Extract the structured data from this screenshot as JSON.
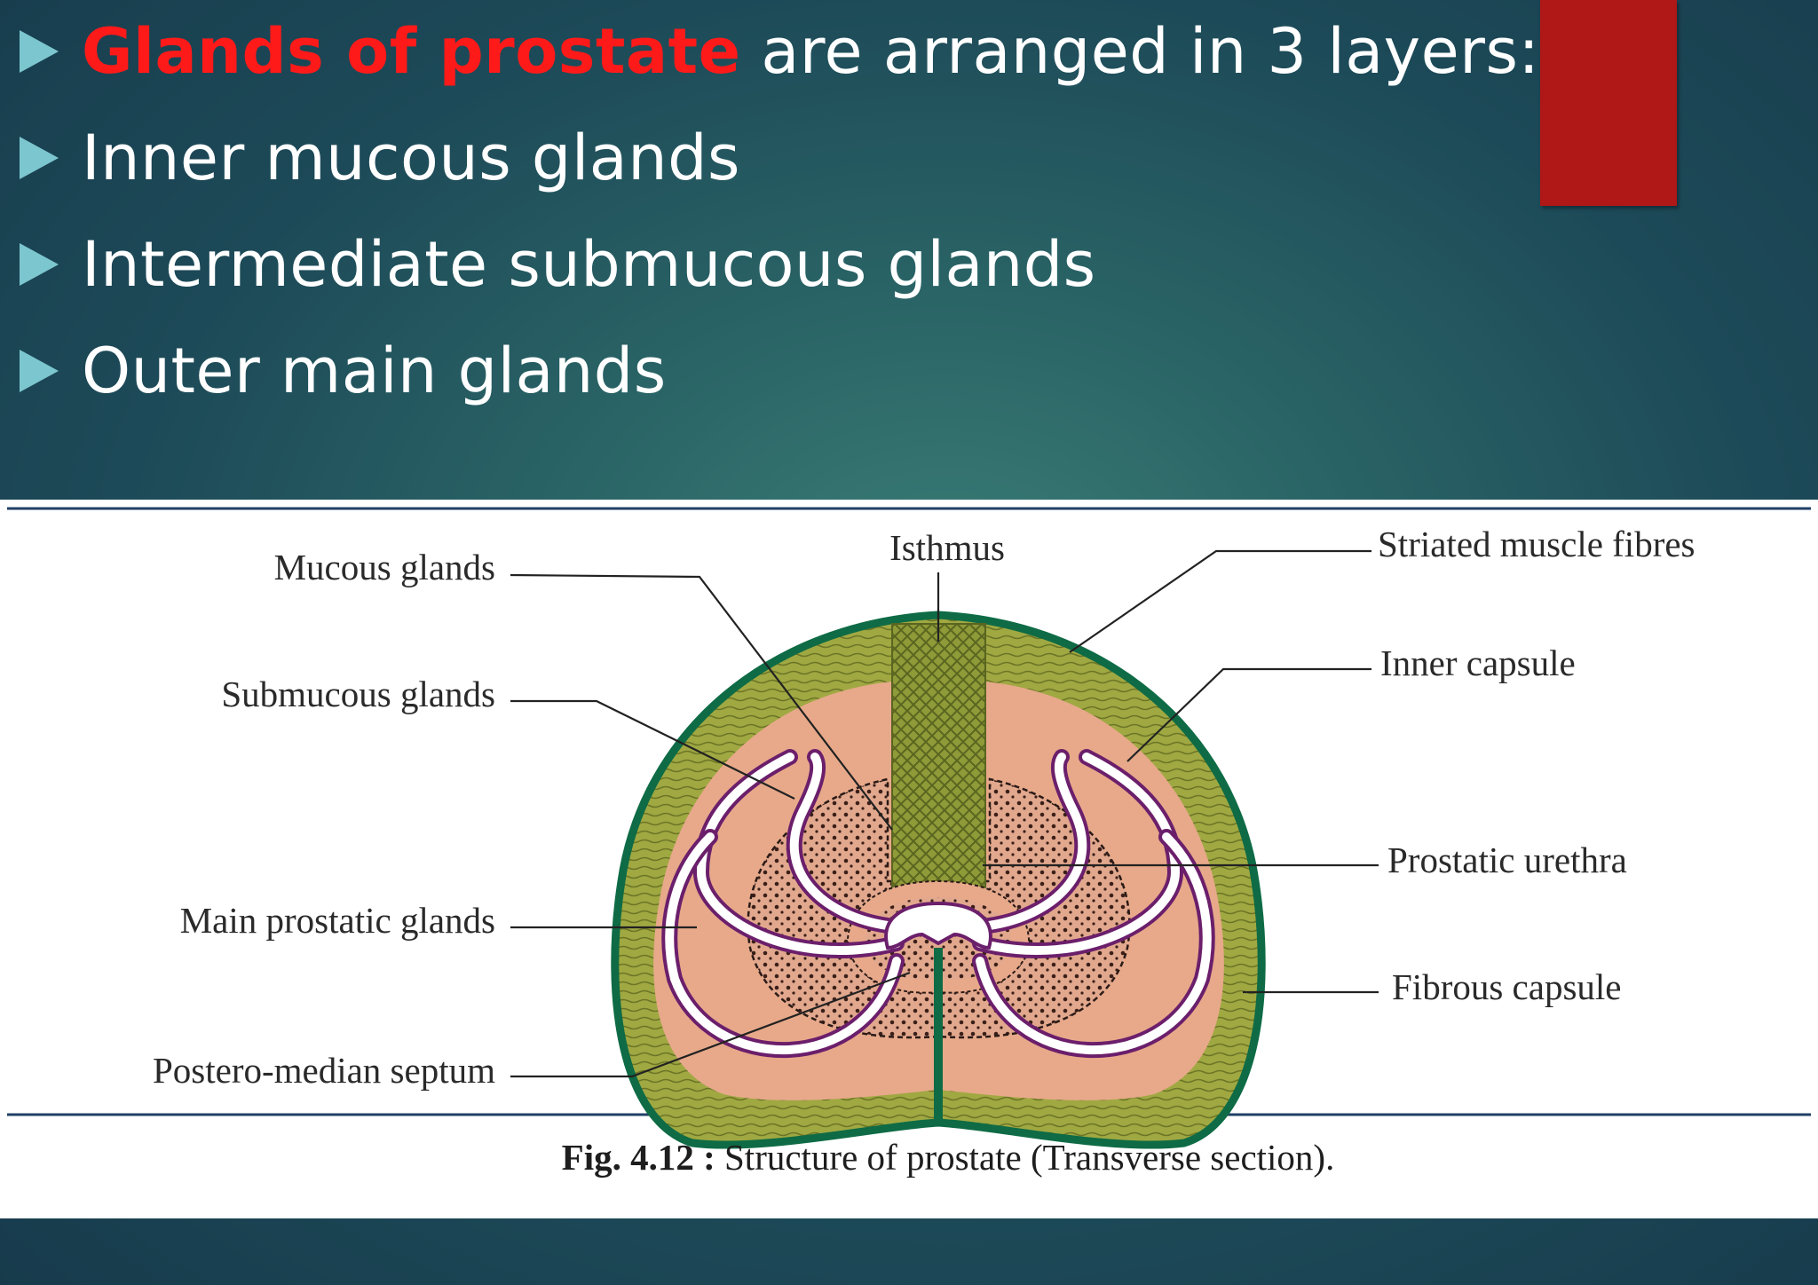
{
  "slide": {
    "bullets": [
      {
        "highlight": "Glands of prostate",
        "text": " are arranged in 3 layers:"
      },
      {
        "highlight": "",
        "text": "Inner mucous glands"
      },
      {
        "highlight": "",
        "text": "Intermediate submucous glands"
      },
      {
        "highlight": "",
        "text": "Outer main glands"
      }
    ],
    "colors": {
      "accent_bar": "#b01717",
      "highlight": "#ff1a1a",
      "bullet_arrow": "#7cc6cf"
    }
  },
  "figure": {
    "labels": {
      "mucous_glands": "Mucous glands",
      "submucous_glands": "Submucous glands",
      "main_prostatic_glands": "Main prostatic glands",
      "postero_median_septum": "Postero-median  septum",
      "isthmus": "Isthmus",
      "striated_muscle_fibres": "Striated muscle fibres",
      "inner_capsule": "Inner capsule",
      "prostatic_urethra": "Prostatic urethra",
      "fibrous_capsule": "Fibrous capsule"
    },
    "caption": {
      "fig_number": "Fig. 4.12 :",
      "text": " Structure of prostate (Transverse section)."
    }
  }
}
